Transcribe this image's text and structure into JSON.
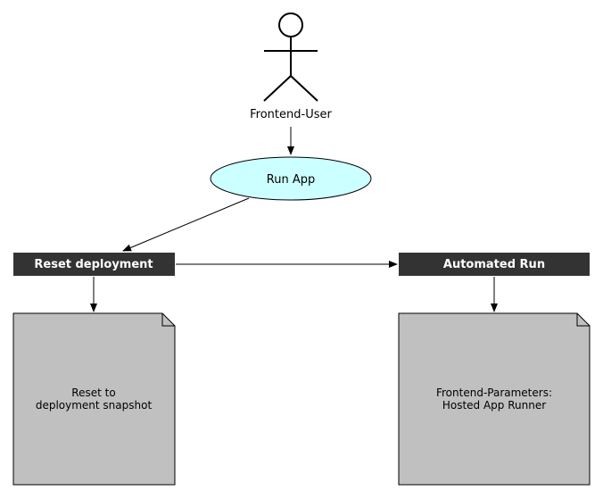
{
  "actor": {
    "label": "Frontend-User"
  },
  "usecase": {
    "label": "Run App",
    "fill": "#ccffff"
  },
  "nodes": {
    "reset": {
      "header": "Reset deployment",
      "note_lines": [
        "Reset to",
        "deployment snapshot"
      ]
    },
    "automated": {
      "header": "Automated Run",
      "note_lines": [
        "Frontend-Parameters:",
        "Hosted App Runner"
      ]
    }
  },
  "colors": {
    "header_bg": "#333333",
    "note_fill": "#c0c0c0",
    "line": "#000000"
  }
}
